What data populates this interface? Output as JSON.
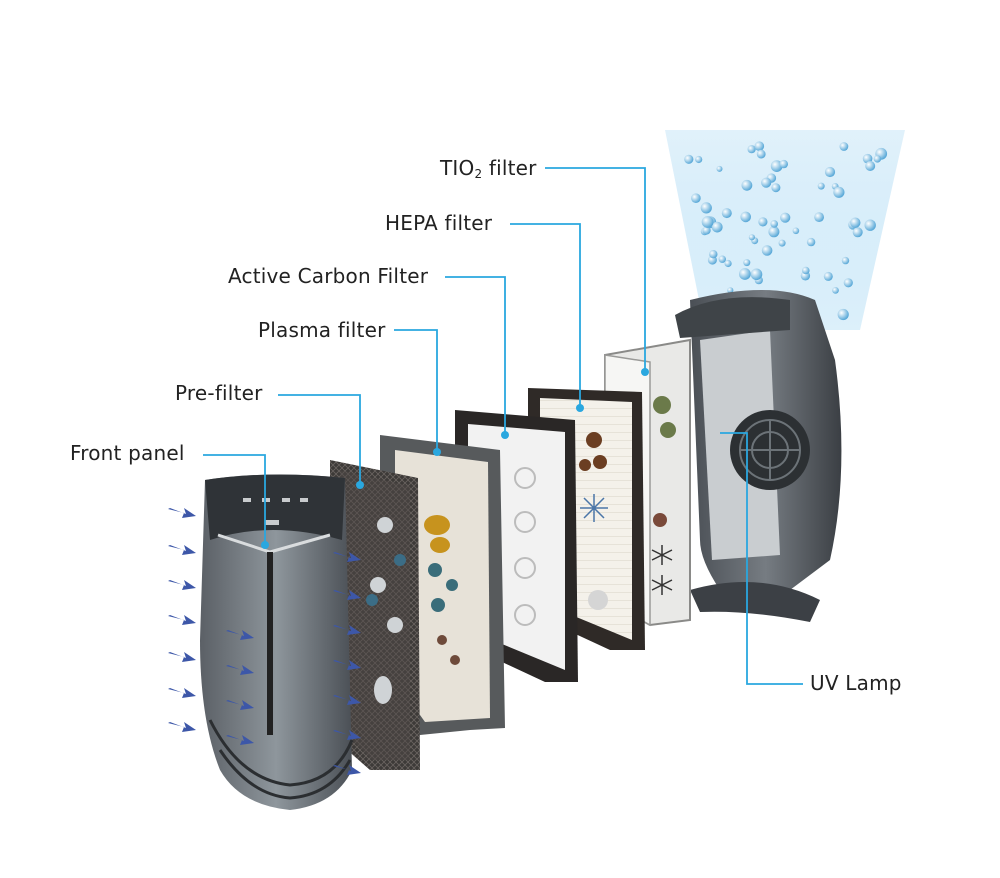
{
  "labels": {
    "front_panel": "Front panel",
    "pre_filter": "Pre-filter",
    "plasma_filter": "Plasma filter",
    "active_carbon_filter": "Active Carbon Filter",
    "hepa_filter": "HEPA filter",
    "tio2_prefix": "TIO",
    "tio2_sub": "2",
    "tio2_suffix": " filter",
    "uv_lamp": "UV Lamp"
  },
  "colors": {
    "leader_line": "#2aa7df",
    "label_text": "#222222",
    "airflow_arrow": "#3d57a8",
    "clean_air": "#bfe3f7"
  }
}
